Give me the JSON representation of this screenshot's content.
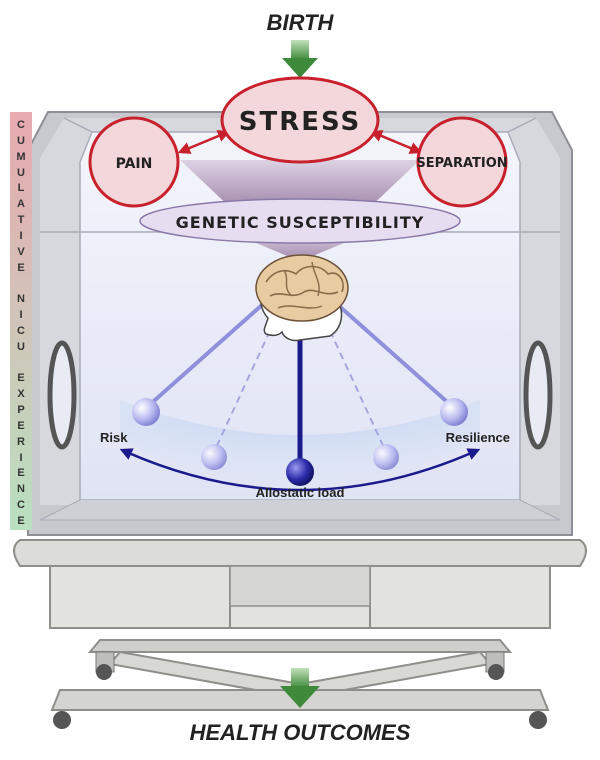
{
  "diagram": {
    "top_label": "BIRTH",
    "bottom_label": "HEALTH OUTCOMES",
    "side_label_letters": [
      "C",
      "U",
      "M",
      "U",
      "L",
      "A",
      "T",
      "I",
      "V",
      "E",
      "",
      "N",
      "I",
      "C",
      "U",
      "",
      "E",
      "X",
      "P",
      "E",
      "R",
      "I",
      "E",
      "N",
      "C",
      "E"
    ],
    "nodes": {
      "stress": "STRESS",
      "pain": "PAIN",
      "separation": "SEPARATION",
      "genetic": "GENETIC SUSCEPTIBILITY"
    },
    "pendulum": {
      "risk_label": "Risk",
      "resilience_label": "Resilience",
      "load_label": "Allostatic load"
    },
    "colors": {
      "stress_fill": "#f3d7da",
      "stress_stroke": "#c8202c",
      "arrow_green": "#3f8a3a",
      "pendulum_dark": "#1a1a8c",
      "pendulum_light": "#8f8fdc",
      "side_top": "#e8a9b0",
      "side_bottom": "#b9e0c0"
    }
  }
}
